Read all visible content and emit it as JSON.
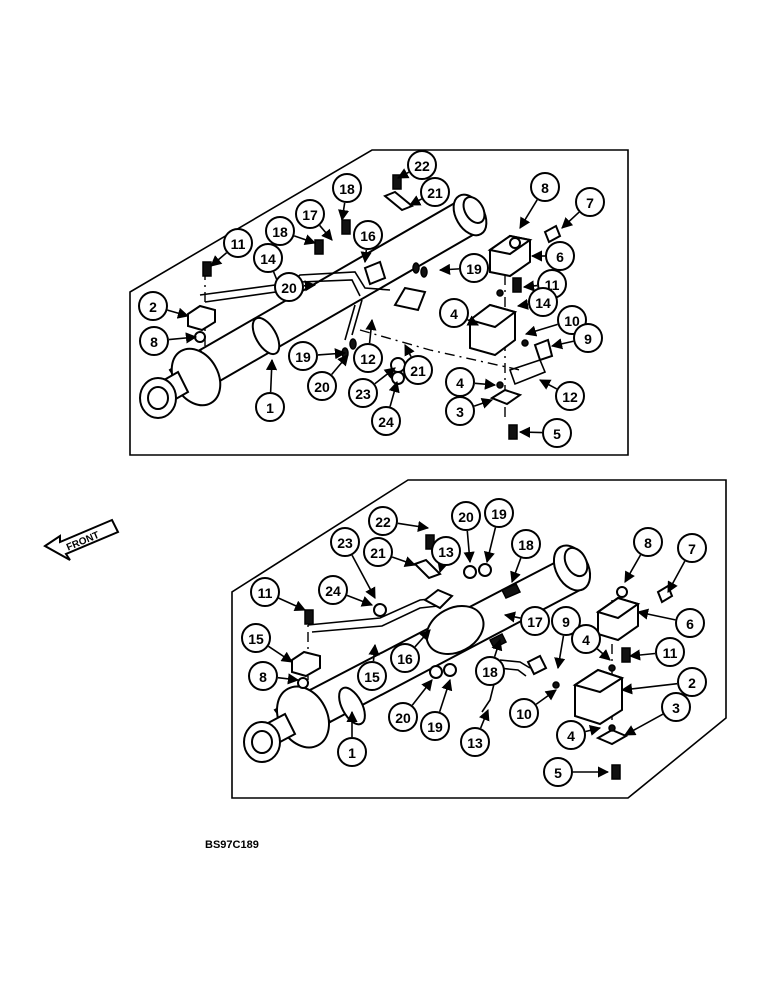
{
  "drawing_code": "BS97C189",
  "front_label": "FRONT",
  "upper_callouts": [
    "22",
    "18",
    "21",
    "8",
    "7",
    "17",
    "18",
    "16",
    "6",
    "11",
    "14",
    "20",
    "19",
    "11",
    "2",
    "14",
    "4",
    "10",
    "8",
    "9",
    "19",
    "12",
    "21",
    "20",
    "23",
    "1",
    "24",
    "4",
    "12",
    "3",
    "5"
  ],
  "lower_callouts": [
    "22",
    "20",
    "19",
    "8",
    "7",
    "23",
    "21",
    "13",
    "18",
    "24",
    "11",
    "17",
    "6",
    "9",
    "4",
    "15",
    "11",
    "16",
    "8",
    "15",
    "18",
    "2",
    "3",
    "20",
    "19",
    "10",
    "1",
    "13",
    "4",
    "5"
  ]
}
